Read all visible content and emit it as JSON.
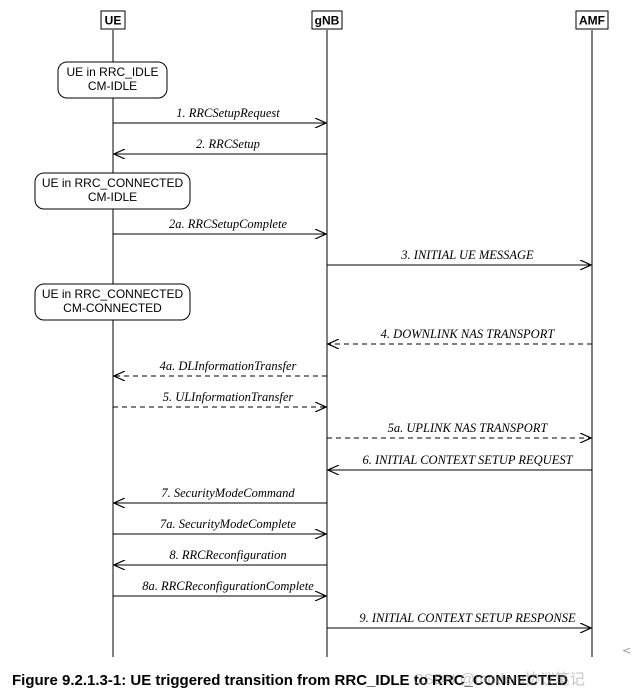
{
  "entities": [
    {
      "id": "ue",
      "label": "UE"
    },
    {
      "id": "gnb",
      "label": "gNB"
    },
    {
      "id": "amf",
      "label": "AMF"
    }
  ],
  "state_boxes": [
    {
      "lines": [
        "UE in RRC_IDLE",
        "CM-IDLE"
      ]
    },
    {
      "lines": [
        "UE in RRC_CONNECTED",
        "CM-IDLE"
      ]
    },
    {
      "lines": [
        "UE in RRC_CONNECTED",
        "CM-CONNECTED"
      ]
    }
  ],
  "messages": [
    {
      "label": "1. RRCSetupRequest",
      "from": "ue",
      "to": "gnb",
      "style": "solid"
    },
    {
      "label": "2. RRCSetup",
      "from": "gnb",
      "to": "ue",
      "style": "solid"
    },
    {
      "label": "2a. RRCSetupComplete",
      "from": "ue",
      "to": "gnb",
      "style": "solid"
    },
    {
      "label": "3. INITIAL UE MESSAGE",
      "from": "gnb",
      "to": "amf",
      "style": "solid"
    },
    {
      "label": "4. DOWNLINK NAS TRANSPORT",
      "from": "amf",
      "to": "gnb",
      "style": "dashed"
    },
    {
      "label": "4a. DLInformationTransfer",
      "from": "gnb",
      "to": "ue",
      "style": "dashed"
    },
    {
      "label": "5. ULInformationTransfer",
      "from": "ue",
      "to": "gnb",
      "style": "dashed"
    },
    {
      "label": "5a. UPLINK NAS TRANSPORT",
      "from": "gnb",
      "to": "amf",
      "style": "dashed"
    },
    {
      "label": "6. INITIAL CONTEXT SETUP REQUEST",
      "from": "amf",
      "to": "gnb",
      "style": "solid"
    },
    {
      "label": "7. SecurityModeCommand",
      "from": "gnb",
      "to": "ue",
      "style": "solid"
    },
    {
      "label": "7a. SecurityModeComplete",
      "from": "ue",
      "to": "gnb",
      "style": "solid"
    },
    {
      "label": "8. RRCReconfiguration",
      "from": "gnb",
      "to": "ue",
      "style": "solid"
    },
    {
      "label": "8a. RRCReconfigurationComplete",
      "from": "ue",
      "to": "gnb",
      "style": "solid"
    },
    {
      "label": "9. INITIAL CONTEXT SETUP RESPONSE",
      "from": "gnb",
      "to": "amf",
      "style": "solid"
    }
  ],
  "caption": "Figure 9.2.1.3-1: UE triggered transition from RRC_IDLE to RRC_CONNECTED",
  "watermark": "CSDN @modem协议笔记",
  "corner_mark": "<",
  "colors": {
    "line": "#000000",
    "background": "#ffffff"
  }
}
